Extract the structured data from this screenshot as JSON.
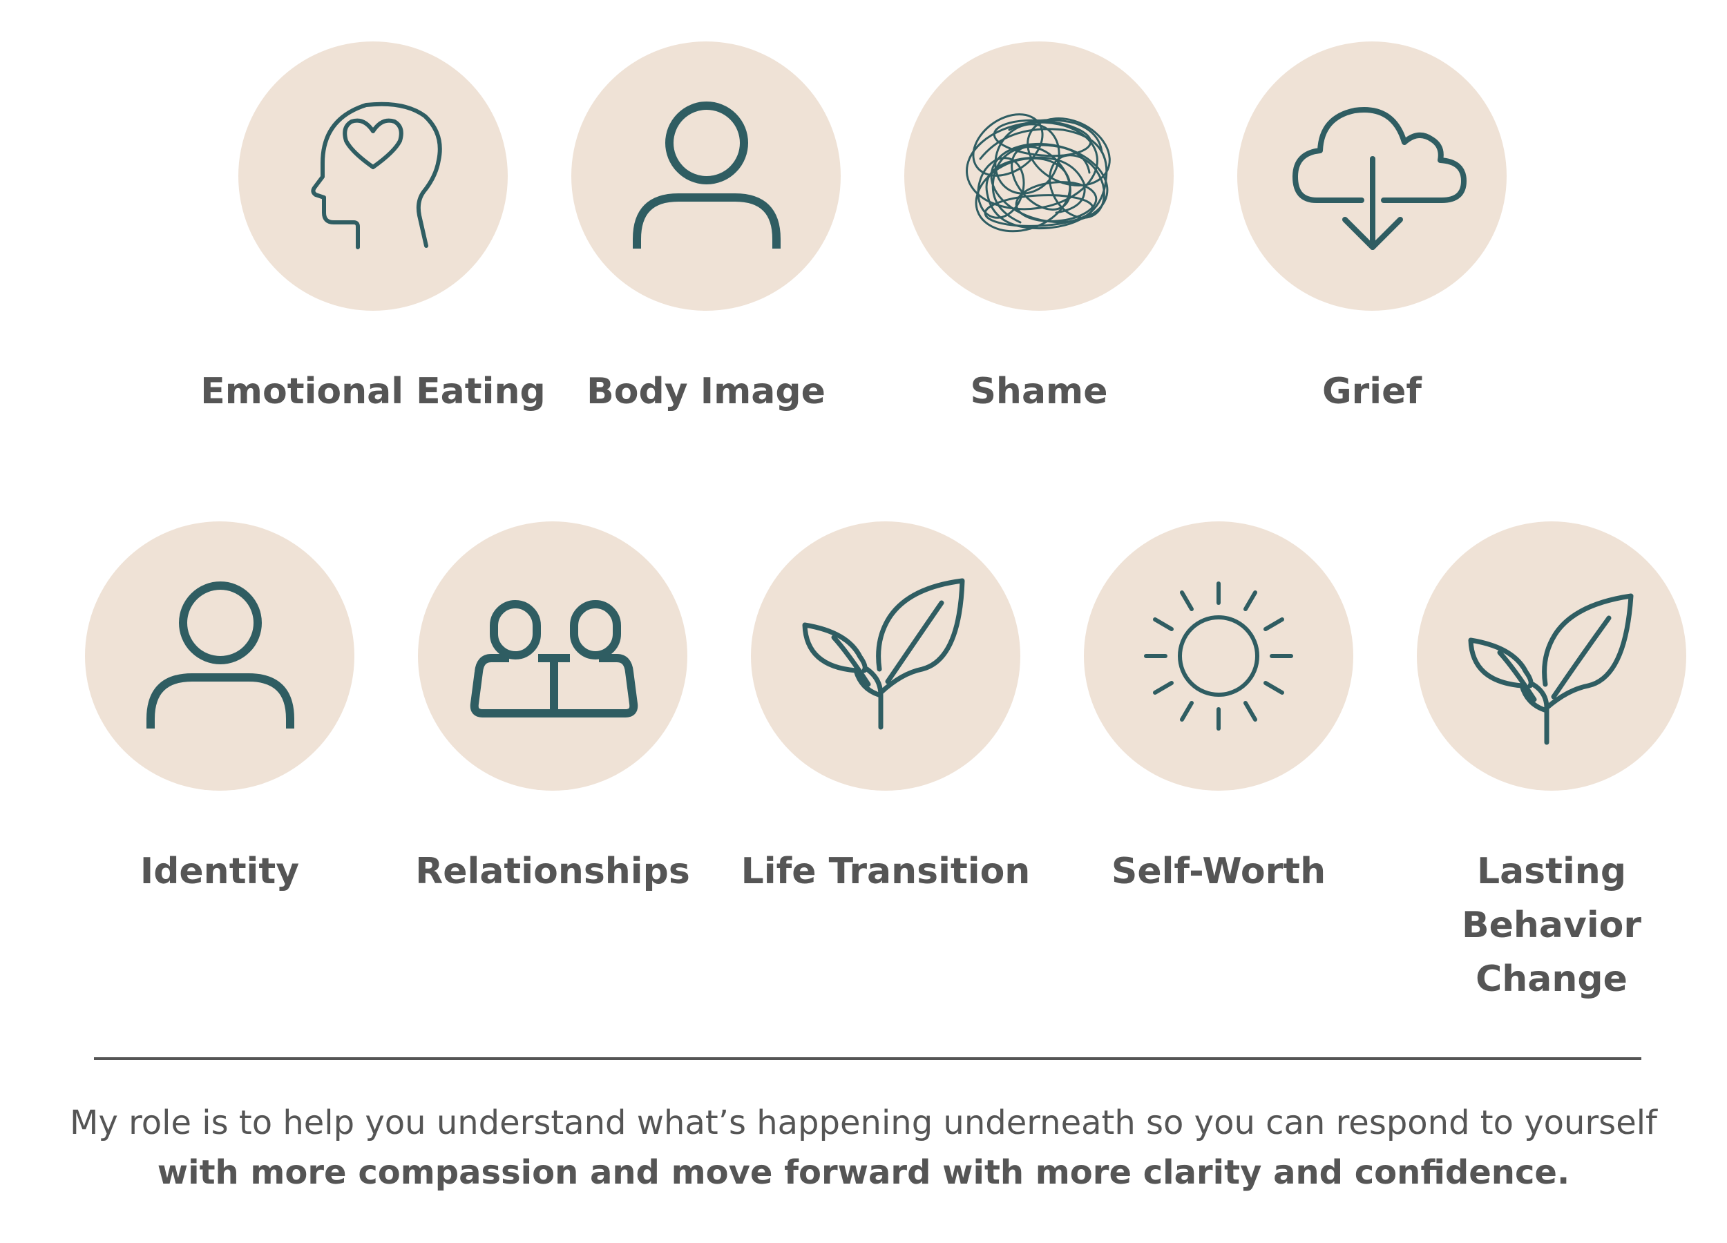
{
  "colors": {
    "circle_fill": "#efe2d6",
    "icon_stroke": "#2f5d62",
    "text": "#555555",
    "background": "#ffffff"
  },
  "topics": [
    {
      "label": "Emotional Eating",
      "icon": "head-heart-icon"
    },
    {
      "label": "Body Image",
      "icon": "person-icon"
    },
    {
      "label": "Shame",
      "icon": "tangled-scribble-icon"
    },
    {
      "label": "Grief",
      "icon": "cloud-download-icon"
    },
    {
      "label": "Identity",
      "icon": "person-icon"
    },
    {
      "label": "Relationships",
      "icon": "two-people-icon"
    },
    {
      "label": "Life Transition",
      "icon": "sprout-icon"
    },
    {
      "label": "Self-Worth",
      "icon": "sun-icon"
    },
    {
      "label": "Lasting Behavior Change",
      "icon": "sprout-icon"
    }
  ],
  "caption": {
    "line1": "My role is to help you understand what’s happening underneath so you can respond to yourself",
    "line2": "with more compassion and move forward with more clarity and confidence."
  }
}
